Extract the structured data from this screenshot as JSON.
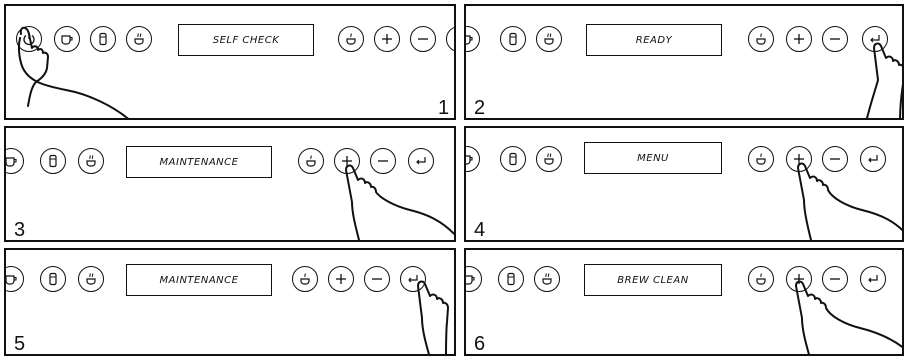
{
  "panels": [
    {
      "number": "1",
      "display_text": "SELF CHECK",
      "pressed_button": "power-button"
    },
    {
      "number": "2",
      "display_text": "READY",
      "pressed_button": "enter-button"
    },
    {
      "number": "3",
      "display_text": "MAINTENANCE",
      "pressed_button": "plus-button"
    },
    {
      "number": "4",
      "display_text": "MENU",
      "pressed_button": "plus-button"
    },
    {
      "number": "5",
      "display_text": "MAINTENANCE",
      "pressed_button": "enter-button"
    },
    {
      "number": "6",
      "display_text": "BREW CLEAN",
      "pressed_button": "plus-button"
    }
  ],
  "icons": {
    "power": "power-icon",
    "cup": "cup-icon",
    "tall_cup": "tall-cup-icon",
    "hot_water": "hot-water-icon",
    "steam": "steam-icon",
    "plus": "plus-icon",
    "minus": "minus-icon",
    "enter": "enter-icon"
  }
}
